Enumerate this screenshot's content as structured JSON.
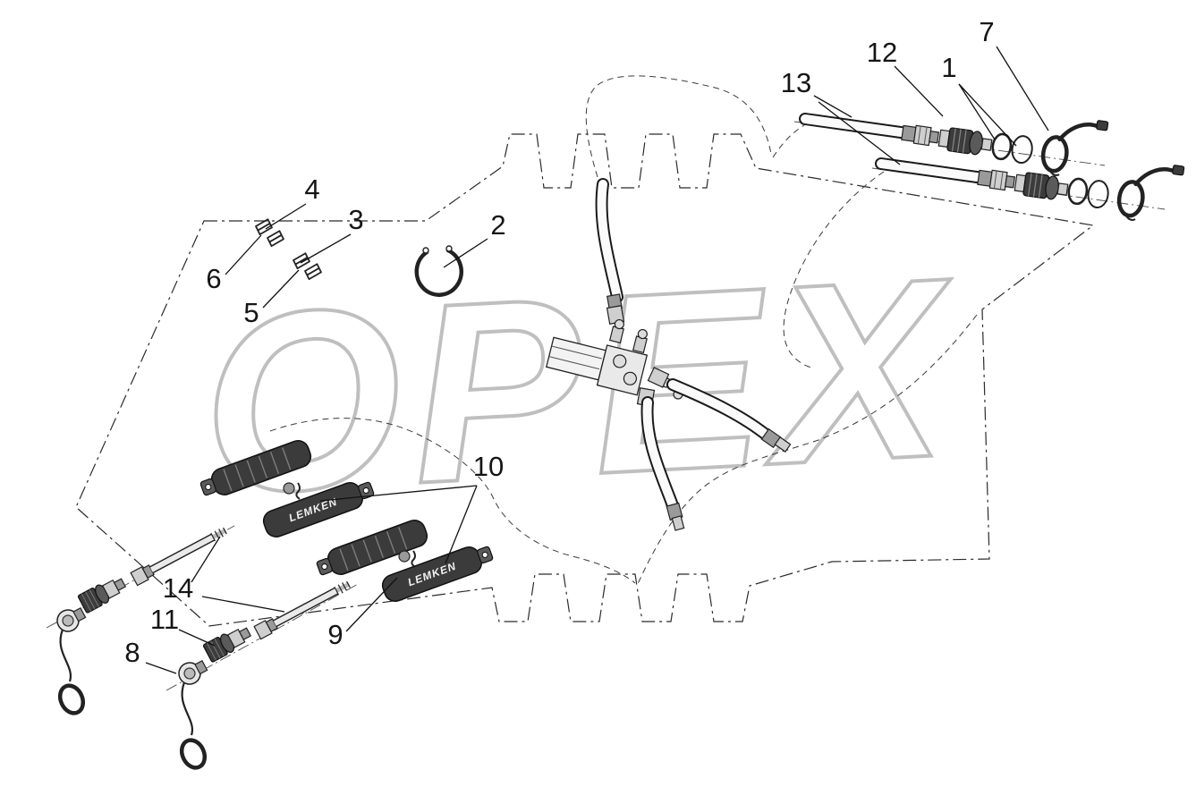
{
  "watermark": "OPEX",
  "brand": "LEMKEN",
  "callouts": {
    "c1": "1",
    "c2": "2",
    "c3": "3",
    "c4": "4",
    "c5": "5",
    "c6": "6",
    "c7": "7",
    "c8": "8",
    "c9": "9",
    "c10": "10",
    "c11": "11",
    "c12": "12",
    "c13": "13",
    "c14": "14"
  }
}
